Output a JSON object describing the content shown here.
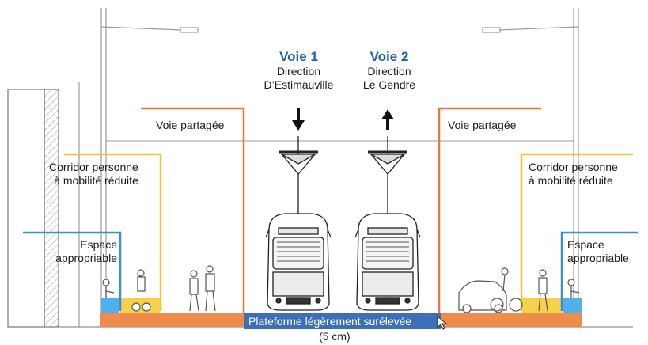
{
  "colors": {
    "orange": "#e8773a",
    "yellow": "#f2c232",
    "blue": "#3a8fd6",
    "platform_blue": "#3b6fb6",
    "voie_blue": "#1f5fb0",
    "line_gray": "#555555"
  },
  "tracks": [
    {
      "title": "Voie 1",
      "direction_label": "Direction",
      "destination": "D’Estimauville",
      "arrow": "down-arrow"
    },
    {
      "title": "Voie 2",
      "direction_label": "Direction",
      "destination": "Le Gendre",
      "arrow": "up-arrow"
    }
  ],
  "zones": {
    "shared_lane_left": "Voie partagée",
    "shared_lane_right": "Voie partagée",
    "reduced_mobility_left": [
      "Corridor personne",
      "à mobilité réduite"
    ],
    "reduced_mobility_right": [
      "Corridor personne",
      "à mobilité réduite"
    ],
    "appropriable_left": [
      "Espace",
      "appropriable"
    ],
    "appropriable_right": [
      "Espace",
      "appropriable"
    ]
  },
  "platform": {
    "label": "Plateforme légèrement surélevée",
    "height_note": "(5 cm)"
  }
}
